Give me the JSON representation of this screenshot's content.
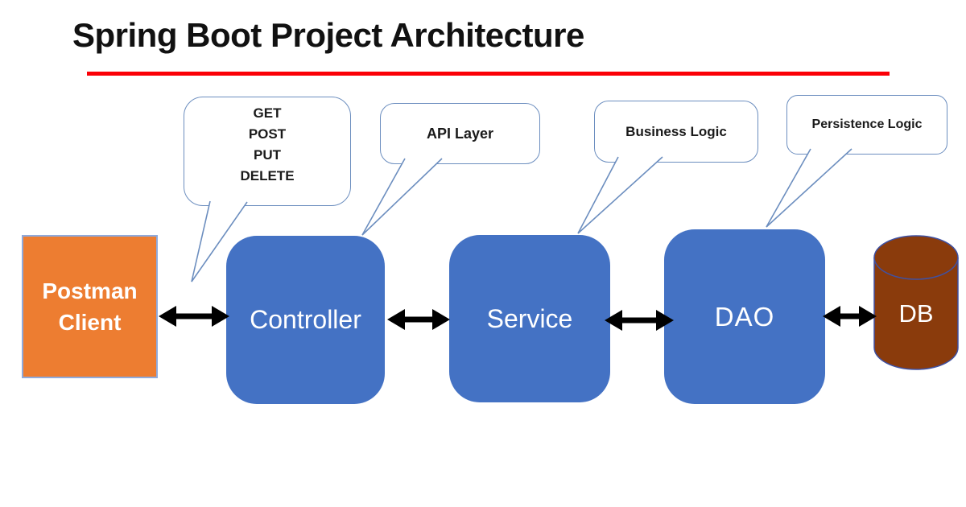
{
  "title": "Spring Boot Project Architecture",
  "callouts": {
    "http_methods": {
      "lines": [
        "GET",
        "POST",
        "PUT",
        "DELETE"
      ]
    },
    "api_layer": {
      "label": "API Layer"
    },
    "business_logic": {
      "label": "Business Logic"
    },
    "persistence_logic": {
      "label": "Persistence Logic"
    }
  },
  "nodes": {
    "postman_client": {
      "line1": "Postman",
      "line2": "Client"
    },
    "controller": {
      "label": "Controller"
    },
    "service": {
      "label": "Service"
    },
    "dao": {
      "label": "DAO"
    },
    "db": {
      "label": "DB"
    }
  },
  "colors": {
    "accent_blue": "#4472c4",
    "accent_orange": "#ed7d31",
    "db_brown": "#8a3b0c",
    "rule_red": "#fb0007",
    "callout_border": "#6c8ebf",
    "arrow_black": "#000000"
  }
}
